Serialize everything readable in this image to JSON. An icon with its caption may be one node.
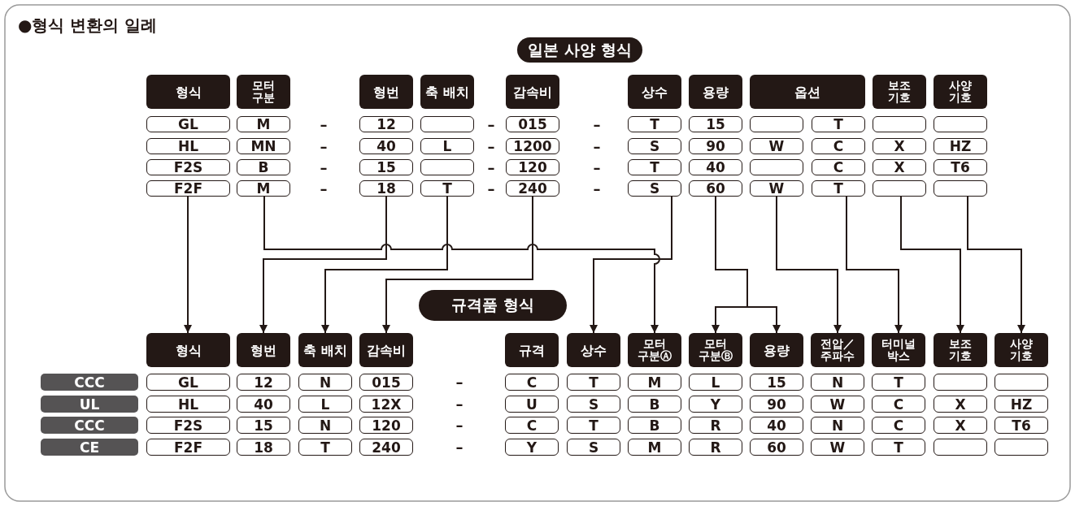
{
  "diagram": {
    "title": "●형식 변환의 일례",
    "nodes": [
      {
        "text": [
          "일본 사양 형식"
        ]
      },
      {
        "text": [
          "형식"
        ]
      },
      {
        "text": [
          "모터 구분"
        ]
      },
      {
        "text": [
          "형번"
        ]
      },
      {
        "text": [
          "축 배치"
        ]
      },
      {
        "text": [
          "감속비"
        ]
      },
      {
        "text": [
          "상수"
        ]
      },
      {
        "text": [
          "용량"
        ]
      },
      {
        "text": [
          "옵션"
        ]
      },
      {
        "text": [
          "보조 기호"
        ]
      },
      {
        "text": [
          "사양 기호"
        ]
      },
      {
        "text": [
          "GL"
        ]
      },
      {
        "text": [
          "M"
        ]
      },
      {
        "text": [
          "12"
        ]
      },
      {
        "text": [],
        "shape": "box"
      },
      {
        "text": [
          "015"
        ]
      },
      {
        "text": [
          "T"
        ]
      },
      {
        "text": [
          "15"
        ]
      },
      {
        "text": [],
        "shape": "box"
      },
      {
        "text": [
          "T"
        ]
      },
      {
        "text": [],
        "shape": "box"
      },
      {
        "text": [],
        "shape": "box"
      },
      {
        "text": [
          "HL"
        ]
      },
      {
        "text": [
          "MN"
        ]
      },
      {
        "text": [
          "40"
        ]
      },
      {
        "text": [
          "L"
        ]
      },
      {
        "text": [
          "1200"
        ]
      },
      {
        "text": [
          "S"
        ]
      },
      {
        "text": [
          "90"
        ]
      },
      {
        "text": [
          "W"
        ]
      },
      {
        "text": [
          "C"
        ]
      },
      {
        "text": [
          "X"
        ]
      },
      {
        "text": [
          "HZ"
        ]
      },
      {
        "text": [
          "F2S"
        ]
      },
      {
        "text": [
          "B"
        ]
      },
      {
        "text": [
          "15"
        ]
      },
      {
        "text": [],
        "shape": "box"
      },
      {
        "text": [
          "120"
        ]
      },
      {
        "text": [
          "T"
        ]
      },
      {
        "text": [
          "40"
        ]
      },
      {
        "text": [],
        "shape": "box"
      },
      {
        "text": [
          "C"
        ]
      },
      {
        "text": [
          "X"
        ]
      },
      {
        "text": [
          "T6"
        ]
      },
      {
        "text": [
          "F2F"
        ]
      },
      {
        "text": [
          "M"
        ]
      },
      {
        "text": [
          "18"
        ]
      },
      {
        "text": [
          "T"
        ]
      },
      {
        "text": [
          "240"
        ]
      },
      {
        "text": [
          "S"
        ]
      },
      {
        "text": [
          "60"
        ]
      },
      {
        "text": [
          "W"
        ]
      },
      {
        "text": [
          "T"
        ]
      },
      {
        "text": [],
        "shape": "box"
      },
      {
        "text": [],
        "shape": "box"
      },
      {
        "text": [
          "규격품 형식"
        ]
      },
      {
        "text": [
          "형식"
        ]
      },
      {
        "text": [
          "형번"
        ]
      },
      {
        "text": [
          "축 배치"
        ]
      },
      {
        "text": [
          "감속비"
        ]
      },
      {
        "text": [
          "규격"
        ]
      },
      {
        "text": [
          "상수"
        ]
      },
      {
        "text": [
          "모터 구분Ⓐ"
        ]
      },
      {
        "text": [
          "모터 구분Ⓑ"
        ]
      },
      {
        "text": [
          "용량"
        ]
      },
      {
        "text": [
          "전압／ 주파수"
        ]
      },
      {
        "text": [
          "터미널 박스"
        ]
      },
      {
        "text": [
          "보조 기호"
        ]
      },
      {
        "text": [
          "사양 기호"
        ]
      },
      {
        "text": [
          "CCC"
        ]
      },
      {
        "text": [
          "GL"
        ]
      },
      {
        "text": [
          "12"
        ]
      },
      {
        "text": [
          "N"
        ]
      },
      {
        "text": [
          "015"
        ]
      },
      {
        "text": [
          "C"
        ]
      },
      {
        "text": [
          "T"
        ]
      },
      {
        "text": [
          "M"
        ]
      },
      {
        "text": [
          "L"
        ]
      },
      {
        "text": [
          "15"
        ]
      },
      {
        "text": [
          "N"
        ]
      },
      {
        "text": [
          "T"
        ]
      },
      {
        "text": [],
        "shape": "box"
      },
      {
        "text": [],
        "shape": "box"
      },
      {
        "text": [
          "UL"
        ]
      },
      {
        "text": [
          "HL"
        ]
      },
      {
        "text": [
          "40"
        ]
      },
      {
        "text": [
          "L"
        ]
      },
      {
        "text": [
          "12X"
        ]
      },
      {
        "text": [
          "U"
        ]
      },
      {
        "text": [
          "S"
        ]
      },
      {
        "text": [
          "B"
        ]
      },
      {
        "text": [
          "Y"
        ]
      },
      {
        "text": [
          "90"
        ]
      },
      {
        "text": [
          "W"
        ]
      },
      {
        "text": [
          "C"
        ]
      },
      {
        "text": [
          "X"
        ]
      },
      {
        "text": [
          "HZ"
        ]
      },
      {
        "text": [
          "CCC"
        ]
      },
      {
        "text": [
          "F2S"
        ]
      },
      {
        "text": [
          "15"
        ]
      },
      {
        "text": [
          "N"
        ]
      },
      {
        "text": [
          "120"
        ]
      },
      {
        "text": [
          "C"
        ]
      },
      {
        "text": [
          "T"
        ]
      },
      {
        "text": [
          "B"
        ]
      },
      {
        "text": [
          "R"
        ]
      },
      {
        "text": [
          "40"
        ]
      },
      {
        "text": [
          "N"
        ]
      },
      {
        "text": [
          "C"
        ]
      },
      {
        "text": [
          "X"
        ]
      },
      {
        "text": [
          "T6"
        ]
      },
      {
        "text": [
          "CE"
        ]
      },
      {
        "text": [
          "F2F"
        ]
      },
      {
        "text": [
          "18"
        ]
      },
      {
        "text": [
          "T"
        ]
      },
      {
        "text": [
          "240"
        ]
      },
      {
        "text": [
          "Y"
        ]
      },
      {
        "text": [
          "S"
        ]
      },
      {
        "text": [
          "M"
        ]
      },
      {
        "text": [
          "R"
        ]
      },
      {
        "text": [
          "60"
        ]
      },
      {
        "text": [
          "W"
        ]
      },
      {
        "text": [
          "T"
        ]
      },
      {
        "text": [],
        "shape": "box"
      },
      {
        "text": [],
        "shape": "box"
      }
    ],
    "edges": [
      {
        "from": 44,
        "to": 56,
        "arrow": "to"
      },
      {
        "from": 45,
        "to": 62,
        "arrow": "to"
      },
      {
        "from": 46,
        "to": 57,
        "arrow": "to"
      },
      {
        "from": 47,
        "to": 58,
        "arrow": "to"
      },
      {
        "from": 48,
        "to": 59,
        "arrow": "to"
      },
      {
        "from": 49,
        "to": 61,
        "arrow": "to"
      },
      {
        "from": 50,
        "to": 63,
        "arrow": "to"
      },
      {
        "from": 50,
        "to": 64,
        "arrow": "to"
      },
      {
        "from": 51,
        "to": 65,
        "arrow": "to"
      },
      {
        "from": 52,
        "to": 66,
        "arrow": "to"
      },
      {
        "from": 53,
        "to": 67,
        "arrow": "to"
      },
      {
        "from": 54,
        "to": 68,
        "arrow": "to"
      }
    ],
    "labels": [
      "–",
      "–",
      "–",
      "–",
      "–",
      "–",
      "–",
      "–",
      "–",
      "–",
      "–",
      "–",
      "–",
      "–",
      "–",
      "–"
    ]
  }
}
